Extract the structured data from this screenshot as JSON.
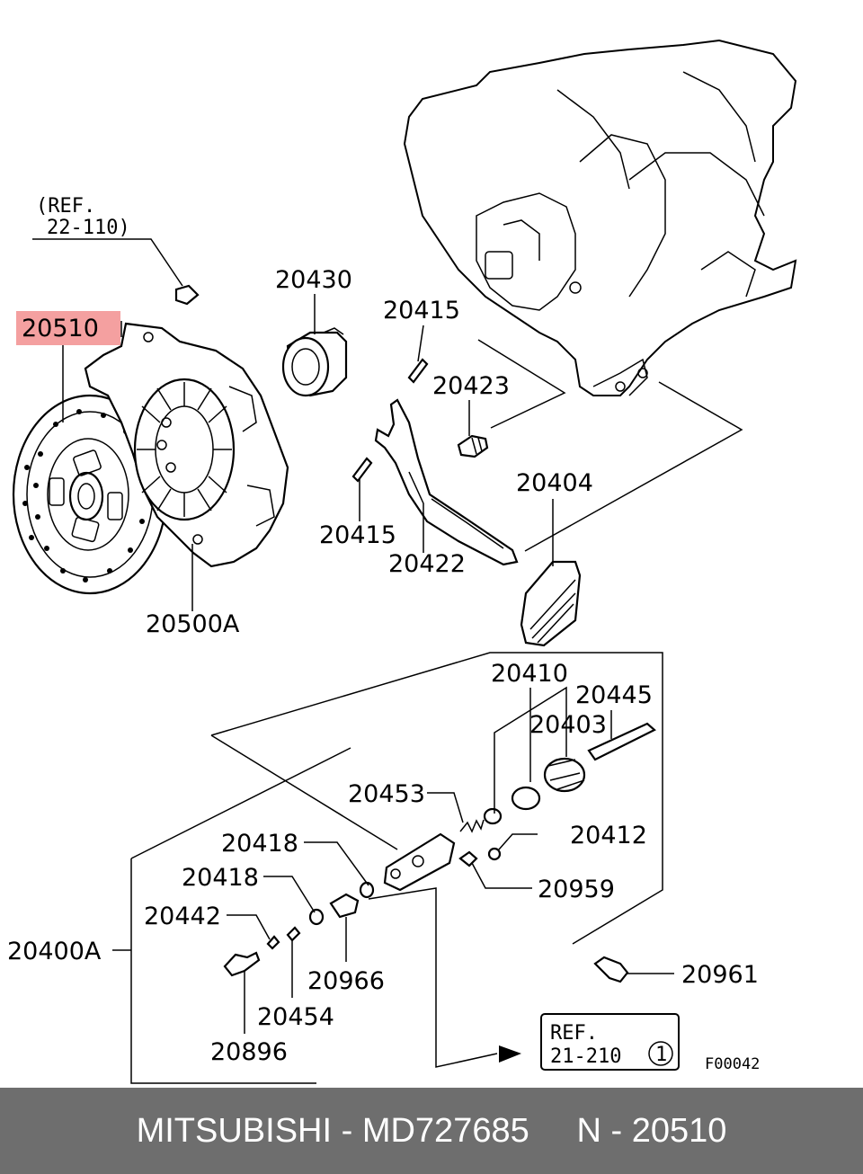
{
  "labels": {
    "ref_top_line1": "(REF.",
    "ref_top_line2": "22-110)",
    "p20510": "20510",
    "p20430": "20430",
    "p20415a": "20415",
    "p20423": "20423",
    "p20404": "20404",
    "p20415b": "20415",
    "p20422": "20422",
    "p20500A": "20500A",
    "p20410": "20410",
    "p20445": "20445",
    "p20403": "20403",
    "p20453": "20453",
    "p20418a": "20418",
    "p20412": "20412",
    "p20418b": "20418",
    "p20959": "20959",
    "p20442": "20442",
    "p20400A": "20400A",
    "p20966": "20966",
    "p20961": "20961",
    "p20454": "20454",
    "p20896": "20896",
    "ref_box_line1": "REF.",
    "ref_box_line2": "21-210",
    "ref_box_circle": "1",
    "figure_code": "F00042"
  },
  "colors": {
    "highlight": "#f4a0a0",
    "footer_bg": "#6e6e6e",
    "footer_text": "#ffffff"
  },
  "footer": {
    "text": "MITSUBISHI - MD727685     N - 20510"
  }
}
